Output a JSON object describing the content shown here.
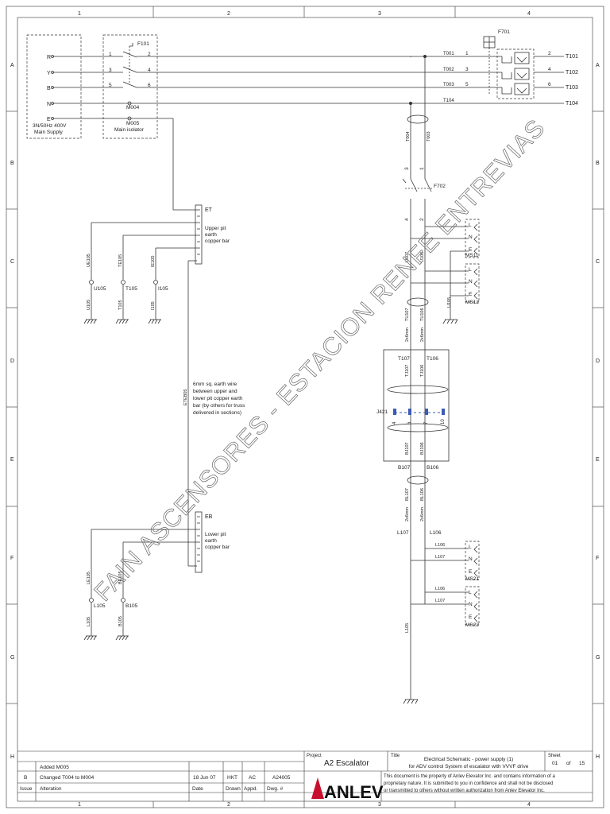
{
  "grid": {
    "cols": [
      "1",
      "2",
      "3",
      "4"
    ],
    "rows": [
      "A",
      "B",
      "C",
      "D",
      "E",
      "F",
      "G",
      "H"
    ]
  },
  "supply": {
    "phases": [
      "R",
      "Y",
      "B",
      "N",
      "E"
    ],
    "label1": "3N/50Hz 400V",
    "label2": "Main Supply"
  },
  "isolator": {
    "id": "F101",
    "pins": [
      "1",
      "2",
      "3",
      "4",
      "5",
      "6"
    ],
    "m004": "M004",
    "m005": "M005",
    "label": "Main isolator"
  },
  "f701": {
    "id": "F701",
    "wires": [
      "T001",
      "T002",
      "T003",
      "T104"
    ],
    "pins_in": [
      "1",
      "3",
      "5"
    ],
    "pins_out": [
      "2",
      "4",
      "6"
    ],
    "outputs": [
      "T101",
      "T102",
      "T103",
      "T104"
    ]
  },
  "vertical": {
    "cable_labels": [
      "T004",
      "T003"
    ],
    "f702": "F702",
    "f702_pins": [
      "3",
      "1",
      "4",
      "2"
    ],
    "u107": "U107",
    "u106": "U106",
    "tu107": "TU107",
    "tu106": "TU106",
    "size_left": "2x6mm",
    "size_right": "2x6mm",
    "t107": "T107",
    "t106": "T106",
    "tj107": "TJ107",
    "tj106": "TJ106",
    "j421": "J421",
    "j421_pins": [
      "4",
      "5",
      "7",
      "10"
    ],
    "bj107": "BJ107",
    "bj106": "BJ106",
    "b107": "B107",
    "b106": "B106",
    "bl107": "BL107",
    "bl106": "BL106",
    "l107": "L107",
    "l106": "L106",
    "size2_left": "2x6mm",
    "size2_right": "2x6mm",
    "l105_v": "L105",
    "u105_v": "U105"
  },
  "sockets": [
    {
      "id": "MS11",
      "pins": [
        "L",
        "N",
        "E"
      ]
    },
    {
      "id": "MS12",
      "pins": [
        "L",
        "N",
        "E"
      ]
    },
    {
      "id": "MS21",
      "pins": [
        "L",
        "N",
        "E"
      ],
      "w1": "L106",
      "w2": "L107"
    },
    {
      "id": "MS22",
      "pins": [
        "L",
        "N",
        "E"
      ],
      "w1": "L106",
      "w2": "L107"
    }
  ],
  "earth": {
    "et": "ET",
    "et_label": [
      "Upper pit",
      "earth",
      "copper bar"
    ],
    "eb": "EB",
    "eb_label": [
      "Lower pit",
      "earth",
      "copper bar"
    ],
    "upper": [
      {
        "wire": "UE105",
        "term": "U105",
        "drop": "U105"
      },
      {
        "wire": "TE105",
        "term": "T105",
        "drop": "T105"
      },
      {
        "wire": "IE105",
        "term": "I105",
        "drop": "I105"
      }
    ],
    "lower": [
      {
        "wire": "LE105",
        "term": "L105",
        "drop": "L105"
      },
      {
        "wire": "BE105",
        "term": "B105",
        "drop": "B105"
      }
    ],
    "eteb": "ETEB05",
    "note": [
      "6mm sq. earth wire",
      "between upper and",
      "lower pit copper earth",
      "bar (by others for truss",
      "delivered in sections)"
    ]
  },
  "watermark": "FAIN ASCENSORES - ESTACION RENFE ENTREVIAS",
  "title_block": {
    "rev_rows": [
      {
        "issue": "",
        "alteration": "Added M005",
        "date": "",
        "drawn": "",
        "appd": "",
        "dwg": ""
      },
      {
        "issue": "B",
        "alteration": "Changed T004 to M004",
        "date": "18 Jun 07",
        "drawn": "HKT",
        "appd": "AC",
        "dwg": "A24005"
      }
    ],
    "headers": {
      "issue": "Issue",
      "alteration": "Alteration",
      "date": "Date",
      "drawn": "Drawn",
      "appd": "Appd.",
      "dwg": "Dwg. #"
    },
    "project_label": "Project",
    "project": "A2 Escalator",
    "title_label": "Title",
    "title1": "Electrical Schematic - power supply (1)",
    "title2": "for ADV control System of escalator with VVVF drive",
    "sheet_label": "Sheet",
    "sheet_no": "01",
    "sheet_of": "of",
    "sheet_total": "15",
    "logo": "ANLEV",
    "disclaimer": [
      "This document is the property of Anlev Elevator Inc. and contains information of a",
      "proprietary nature. It is submitted to you in confidence and shall not be disclosed",
      "or transmitted to others without written authorization from Anlev Elevator Inc."
    ]
  }
}
